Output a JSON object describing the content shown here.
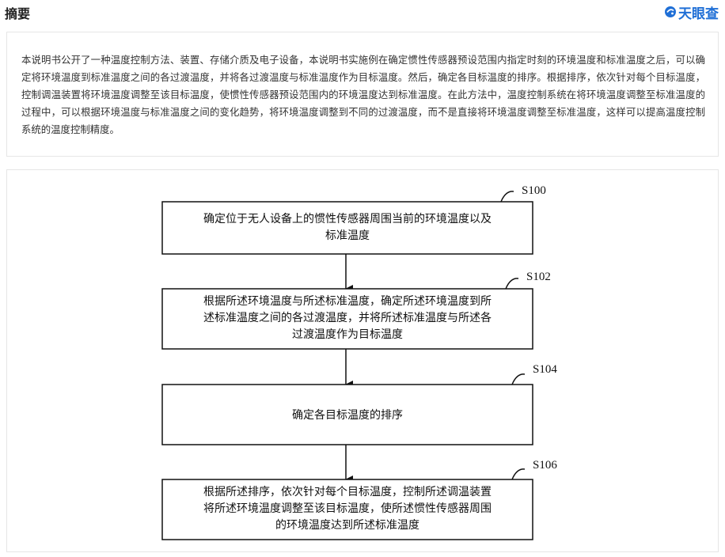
{
  "header": {
    "title": "摘要",
    "brand": {
      "name": "天眼查",
      "icon": "tianyancha-logo-icon",
      "color": "#1f6fd6"
    }
  },
  "abstract": {
    "text": "本说明书公开了一种温度控制方法、装置、存储介质及电子设备，本说明书实施例在确定惯性传感器预设范围内指定时刻的环境温度和标准温度之后，可以确定将环境温度到标准温度之间的各过渡温度，并将各过渡温度与标准温度作为目标温度。然后，确定各目标温度的排序。根据排序，依次针对每个目标温度，控制调温装置将环境温度调整至该目标温度，使惯性传感器预设范围内的环境温度达到标准温度。在此方法中，温度控制系统在将环境温度调整至标准温度的过程中，可以根据环境温度与标准温度之间的变化趋势，将环境温度调整到不同的过渡温度，而不是直接将环境温度调整至标准温度，这样可以提高温度控制系统的温度控制精度。"
  },
  "flowchart": {
    "steps": [
      {
        "label": "S100",
        "lines": [
          "确定位于无人设备上的惯性传感器周围当前的环境温度以及",
          "标准温度"
        ]
      },
      {
        "label": "S102",
        "lines": [
          "根据所述环境温度与所述标准温度，确定所述环境温度到所",
          "述标准温度之间的各过渡温度，并将所述标准温度与所述各",
          "过渡温度作为目标温度"
        ]
      },
      {
        "label": "S104",
        "lines": [
          "确定各目标温度的排序"
        ]
      },
      {
        "label": "S106",
        "lines": [
          "根据所述排序，依次针对每个目标温度，控制所述调温装置",
          "将所述环境温度调整至该目标温度，使所述惯性传感器周围",
          "的环境温度达到所述标准温度"
        ]
      }
    ]
  }
}
